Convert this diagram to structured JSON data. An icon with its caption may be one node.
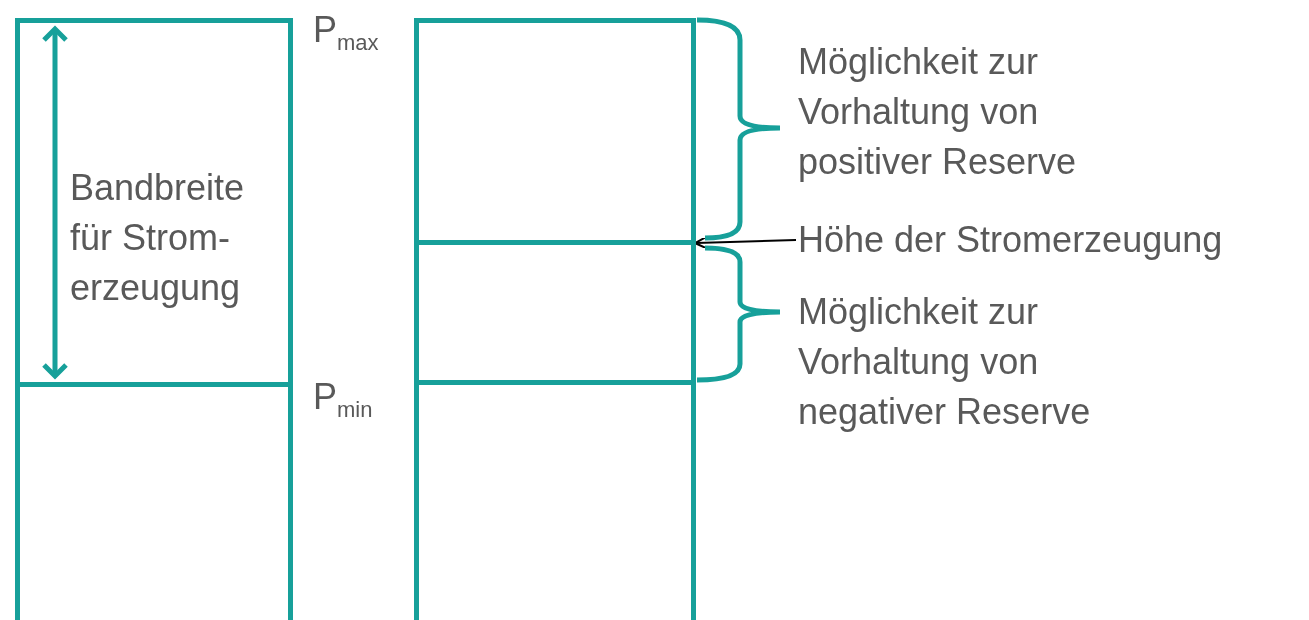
{
  "diagram": {
    "nodes": [
      {
        "text": [
          "Bandbreite für Strom- erzeugung"
        ]
      },
      {
        "text": [],
        "shape": "box"
      },
      {
        "text": [],
        "shape": "box"
      },
      {
        "text": [],
        "shape": "box"
      },
      {
        "text": [],
        "shape": "box"
      },
      {
        "text": [
          "Höhe der Stromerzeugung"
        ]
      }
    ],
    "edges": [
      {
        "from": 5,
        "to": 3,
        "arrow": "to"
      }
    ],
    "labels": [
      "P$_{max}$",
      "Möglichkeit zur Vorhaltung von positiver Reserve",
      "Möglichkeit zur Vorhaltung von negativer Reserve",
      "P$_{min}$"
    ]
  }
}
